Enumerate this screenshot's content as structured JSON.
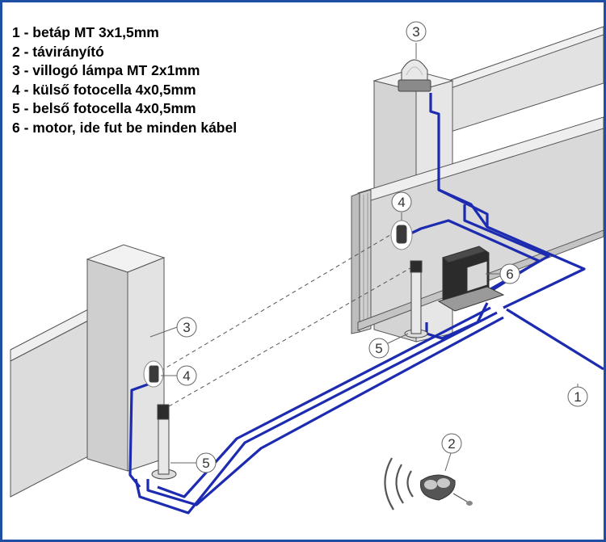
{
  "legend": [
    {
      "num": "1",
      "text": "1 - betáp MT 3x1,5mm"
    },
    {
      "num": "2",
      "text": "2 - távirányító"
    },
    {
      "num": "3",
      "text": "3 - villogó lámpa MT 2x1mm"
    },
    {
      "num": "4",
      "text": "4 - külső fotocella 4x0,5mm"
    },
    {
      "num": "5",
      "text": "5 - belső fotocella 4x0,5mm"
    },
    {
      "num": "6",
      "text": "6 - motor, ide fut be minden kábel"
    }
  ],
  "callouts": {
    "power": "1",
    "remote": "2",
    "lamp": "3",
    "pillar": "3",
    "photocell_outer_gate": "4",
    "photocell_outer_pillar": "4",
    "photocell_inner_gate": "5",
    "photocell_inner_pillar": "5",
    "motor": "6"
  },
  "colors": {
    "cable": "#1c2bb0",
    "frame": "#1f4fa3",
    "concrete_light": "#e4e4e4",
    "concrete_mid": "#cfcfcf",
    "concrete_dark": "#b5b5b5",
    "outline": "#555555"
  }
}
